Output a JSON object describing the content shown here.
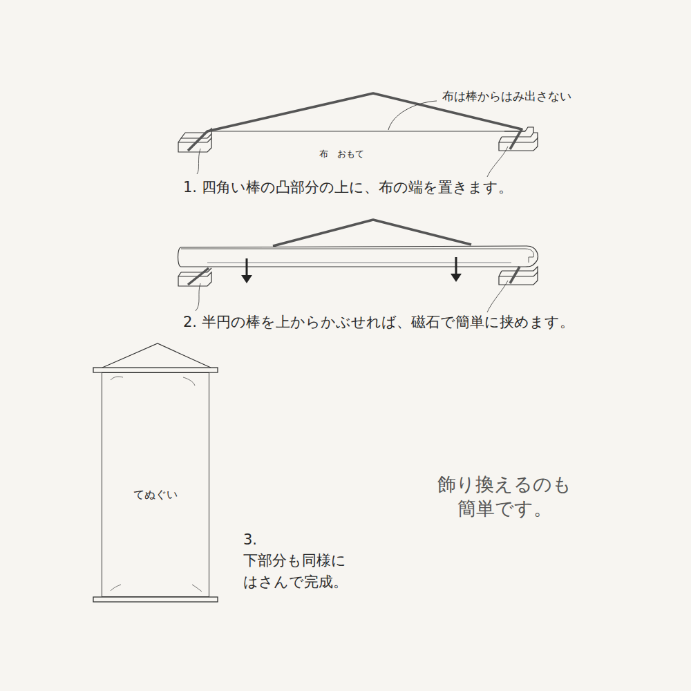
{
  "diagram": {
    "nodes": [
      {
        "text": [
          "てぬぐい"
        ]
      }
    ],
    "labels": [
      "布は棒からはみ出さない",
      "布　おもて",
      "1. 四角い棒の凸部分の上に、布の端を置きます。",
      "2. 半円の棒を上からかぶせれば、磁石で簡単に挟めます。",
      "3. 下部分も同様に はさんで完成。",
      "飾り換えるのも 簡単です。"
    ]
  }
}
